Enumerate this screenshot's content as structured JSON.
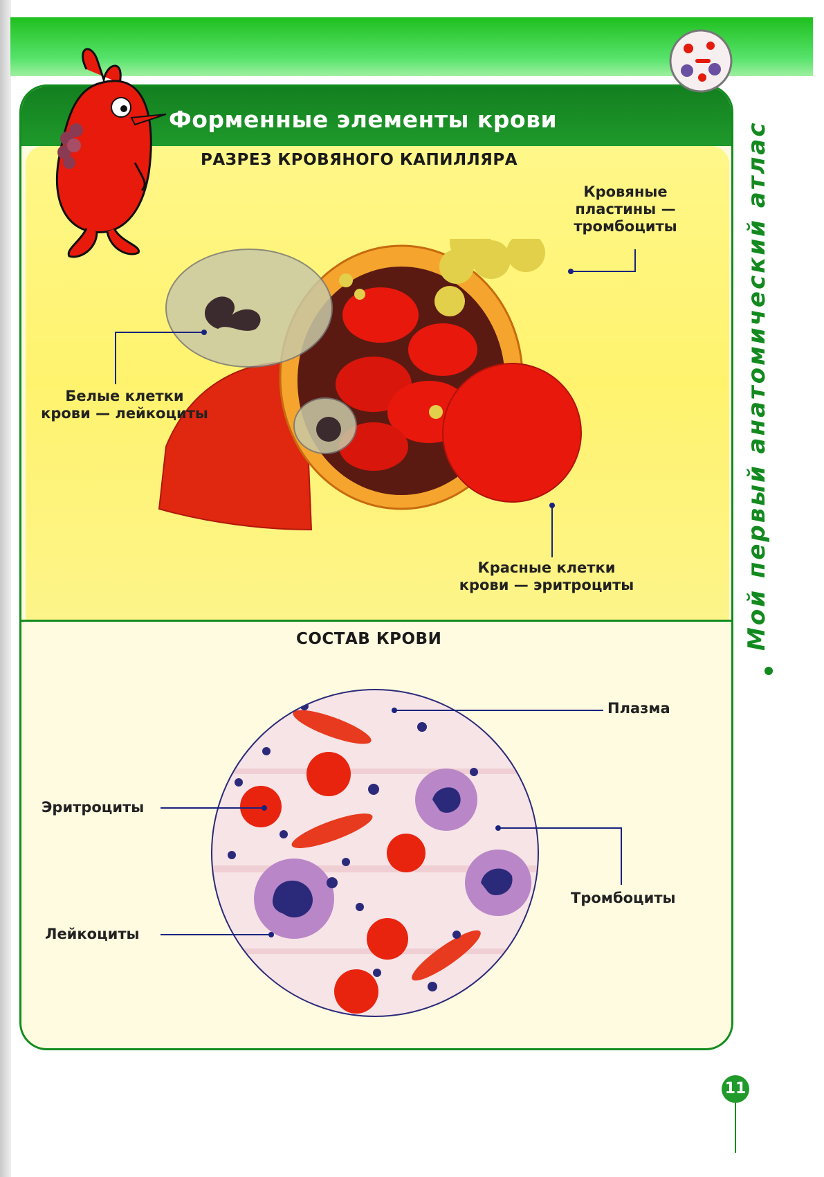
{
  "page": {
    "title": "Форменные элементы крови",
    "side_title": "Мой первый анатомический атлас",
    "page_number": "11"
  },
  "capillary_section": {
    "heading": "РАЗРЕЗ КРОВЯНОГО КАПИЛЛЯРА",
    "label_platelets": [
      "Кровяные",
      "пластины —",
      "тромбоциты"
    ],
    "label_leukocytes": [
      "Белые клетки",
      "крови — лейкоциты"
    ],
    "label_erythrocytes": [
      "Красные клетки",
      "крови — эритроциты"
    ]
  },
  "composition_section": {
    "heading": "СОСТАВ КРОВИ",
    "label_plasma": "Плазма",
    "label_erythrocytes": "Эритроциты",
    "label_platelets": "Тромбоциты",
    "label_leukocytes": "Лейкоциты"
  },
  "colors": {
    "green_dark": "#128c1e",
    "green_light": "#57e36b",
    "yellow_bg": "#fff36e",
    "blood_red": "#e31b0c",
    "leukocyte_nucleus": "#2b2a7a"
  },
  "icons": [
    "mascot-blood-drop-icon",
    "blood-cells-badge-icon"
  ]
}
